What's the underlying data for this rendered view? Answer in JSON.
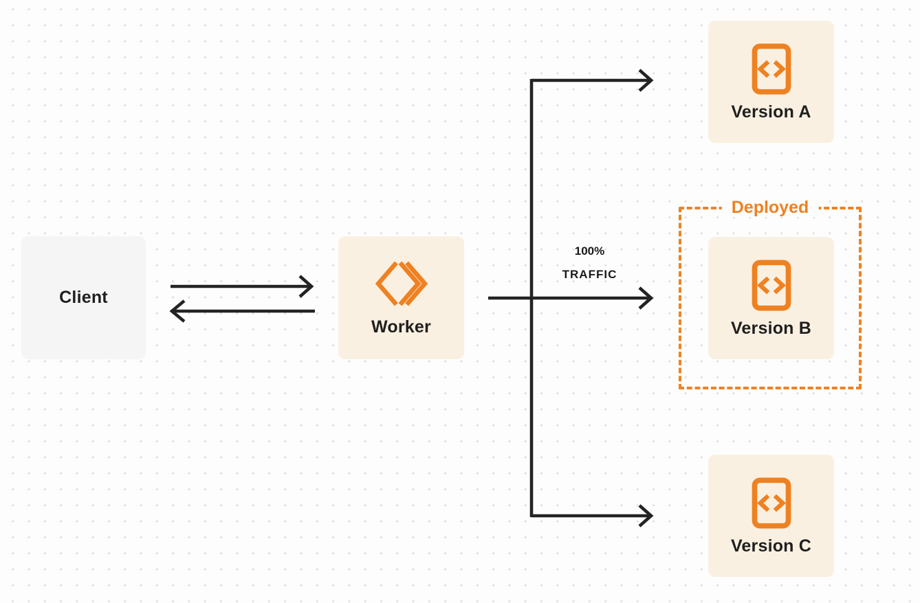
{
  "diagram": {
    "client": {
      "label": "Client"
    },
    "worker": {
      "label": "Worker"
    },
    "versions": [
      {
        "label": "Version A"
      },
      {
        "label": "Version B"
      },
      {
        "label": "Version C"
      }
    ],
    "deployed_label": "Deployed",
    "traffic_label": {
      "percent": "100%",
      "word": "TRAFFIC"
    }
  },
  "colors": {
    "accent_orange": "#EE8122",
    "node_fill_cream": "#FAF0E1",
    "client_fill_gray": "#F5F5F6",
    "ink": "#1F1F1F",
    "connector_black": "#232323",
    "background": "#FDFDFD",
    "dot_grid": "#E1E1E1"
  }
}
